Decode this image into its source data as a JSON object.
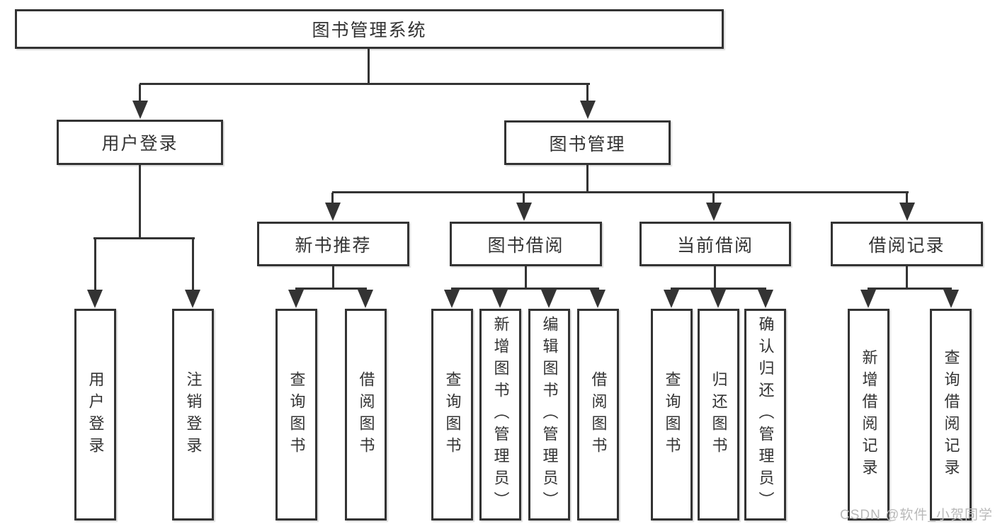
{
  "watermark": "CSDN @软件_小贺同学",
  "colors": {
    "line": "#333333",
    "text": "#333333",
    "watermark": "#b9b9b9",
    "background": "#ffffff"
  },
  "tree": {
    "label": "图书管理系统",
    "children": [
      {
        "label": "用户登录",
        "children": [
          {
            "label": "用户登录"
          },
          {
            "label": "注销登录"
          }
        ]
      },
      {
        "label": "图书管理",
        "children": [
          {
            "label": "新书推荐",
            "children": [
              {
                "label": "查询图书"
              },
              {
                "label": "借阅图书"
              }
            ]
          },
          {
            "label": "图书借阅",
            "children": [
              {
                "label": "查询图书"
              },
              {
                "label": "新增图书（管理员）"
              },
              {
                "label": "编辑图书（管理员）"
              },
              {
                "label": "借阅图书"
              }
            ]
          },
          {
            "label": "当前借阅",
            "children": [
              {
                "label": "查询图书"
              },
              {
                "label": "归还图书"
              },
              {
                "label": "确认归还（管理员）"
              }
            ]
          },
          {
            "label": "借阅记录",
            "children": [
              {
                "label": "新增借阅记录"
              },
              {
                "label": "查询借阅记录"
              }
            ]
          }
        ]
      }
    ]
  }
}
